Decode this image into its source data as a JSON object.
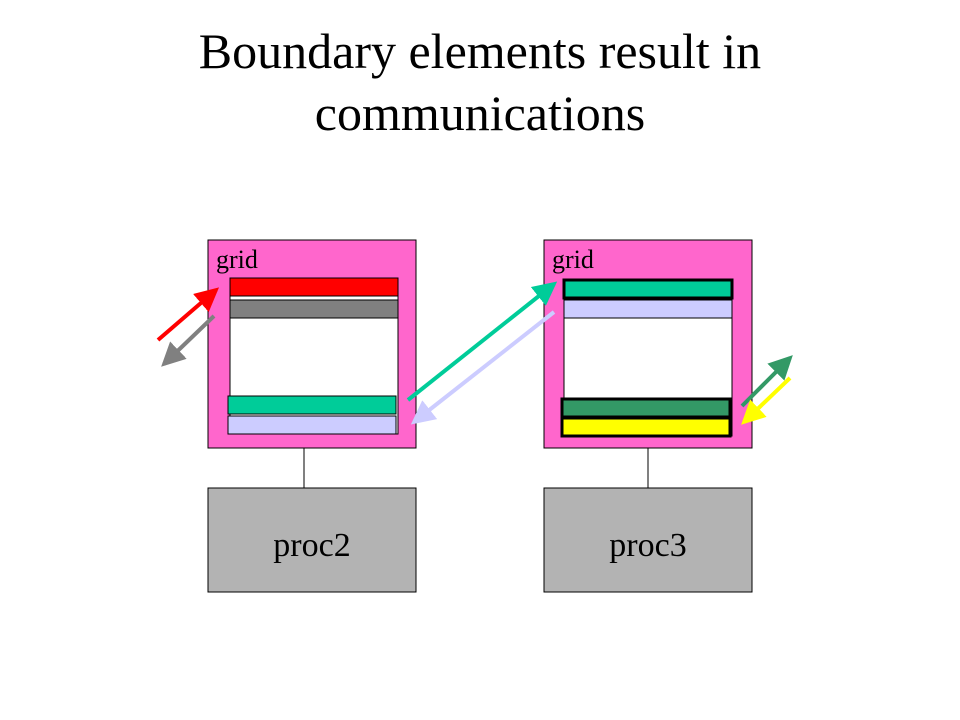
{
  "slide": {
    "title_line1": "Boundary elements result in",
    "title_line2": "communications"
  },
  "left_unit": {
    "grid_label": "grid",
    "proc_label": "proc2"
  },
  "right_unit": {
    "grid_label": "grid",
    "proc_label": "proc3"
  },
  "colors": {
    "grid_fill": "#ff66cc",
    "proc_fill": "#b3b3b3",
    "red": "#ff0000",
    "gray": "#808080",
    "teal": "#00cc99",
    "lavender": "#ccccff",
    "dark_green": "#339966",
    "yellow": "#ffff00"
  }
}
